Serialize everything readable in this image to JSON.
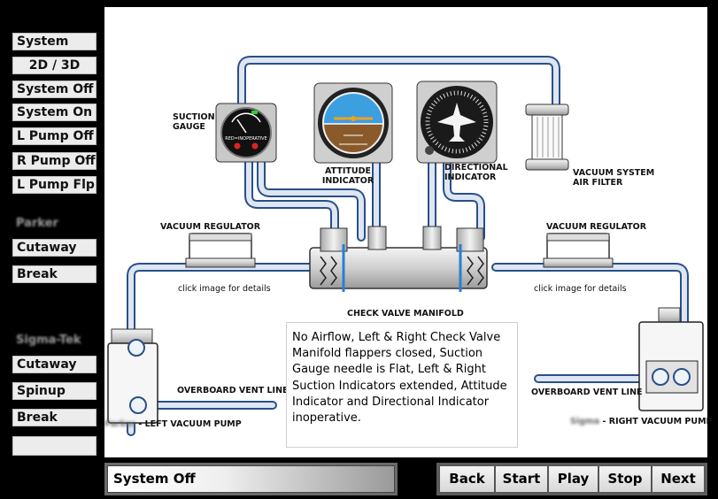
{
  "sidebar": {
    "buttons": [
      "System",
      "2D / 3D",
      "System Off",
      "System On",
      "L Pump Off",
      "R Pump Off",
      "L Pump Flp"
    ],
    "section1_label": "Parker",
    "section1_buttons": [
      "Cutaway",
      "Break"
    ],
    "section2_label": "Sigma-Tek",
    "section2_buttons": [
      "Cutaway",
      "Spinup",
      "Break"
    ],
    "extra_button": ""
  },
  "diagram": {
    "suction_gauge_label": "SUCTION GAUGE",
    "attitude_label": "ATTITUDE INDICATOR",
    "directional_label": "DIRECTIONAL INDICATOR",
    "filter_label": "VACUUM SYSTEM AIR FILTER",
    "left_regulator_label": "VACUUM REGULATOR",
    "right_regulator_label": "VACUUM REGULATOR",
    "left_click_hint": "click image for details",
    "right_click_hint": "click image for details",
    "manifold_label": "CHECK VALVE MANIFOLD",
    "left_vent_label": "OVERBOARD VENT LINE",
    "right_vent_label": "OVERBOARD VENT LINE",
    "left_pump_brand": "Parker",
    "left_pump_label": "- LEFT VACUUM PUMP",
    "right_pump_brand": "Sigma",
    "right_pump_label": "- RIGHT VACUUM PUMP",
    "gauge_text": "RED=INOPERATIVE",
    "info_text": "No Airflow, Left & Right Check Valve Manifold flappers closed, Suction Gauge needle is Flat, Left & Right Suction Indicators extended, Attitude Indicator and Directional Indicator inoperative."
  },
  "status": {
    "text": "System Off"
  },
  "nav": {
    "buttons": [
      "Back",
      "Start",
      "Play",
      "Stop",
      "Next"
    ]
  },
  "colors": {
    "pipe_fill": "#dde6f2",
    "pipe_stroke": "#2a4f88",
    "sky": "#3b9fe0",
    "ground": "#8a5a2b",
    "background": "#000000"
  }
}
